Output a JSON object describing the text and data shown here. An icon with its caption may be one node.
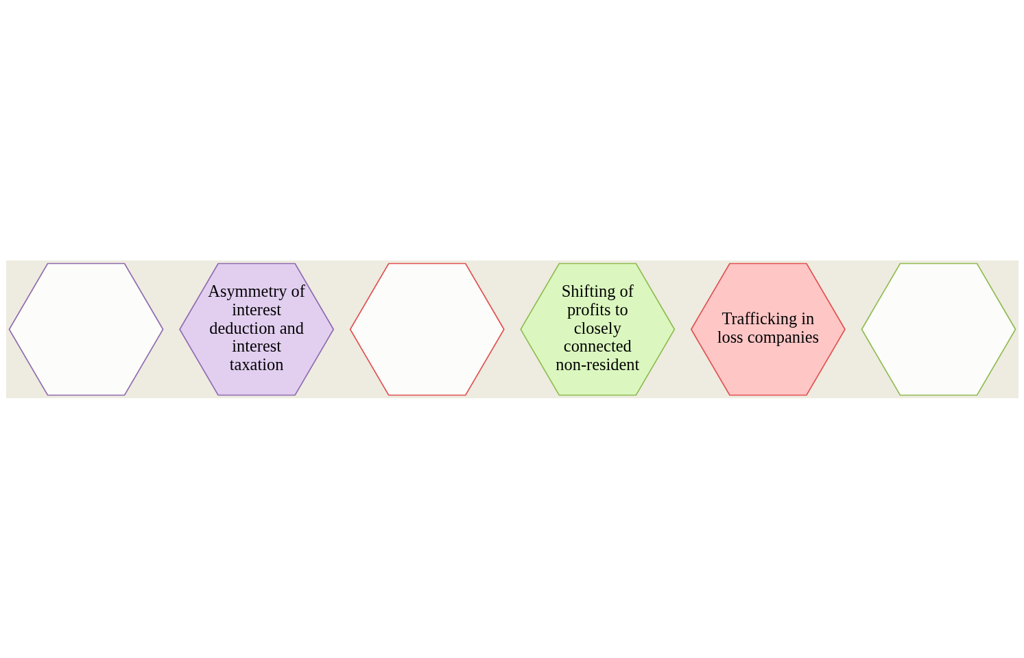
{
  "diagram": {
    "nodes": [
      {
        "text": [],
        "shape": "hexagon"
      },
      {
        "text": [
          "Asymmetry of interest deduction and interest taxation"
        ]
      },
      {
        "text": [],
        "shape": "hexagon"
      },
      {
        "text": [
          "Shifting of profits to closely connected non-resident"
        ]
      },
      {
        "text": [
          "Trafficking in loss companies"
        ]
      },
      {
        "text": [],
        "shape": "hexagon"
      }
    ]
  }
}
